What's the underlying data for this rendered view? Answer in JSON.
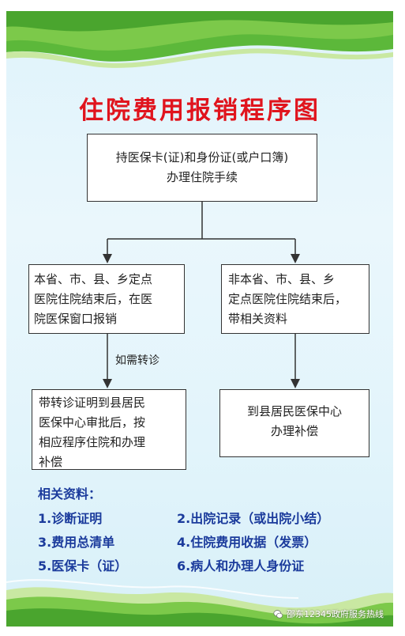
{
  "title": "住院费用报销程序图",
  "flow": {
    "start": "持医保卡(证)和身份证(或户口簿)\n办理住院手续",
    "local": "本省、市、县、乡定点\n医院住院结束后，在医\n院医保窗口报销",
    "nonlocal": "非本省、市、县、乡\n定点医院住院结束后，\n带相关资料",
    "transfer_note": "如需转诊",
    "transfer": "带转诊证明到县居民\n医保中心审批后，按\n相应程序住院和办理\n补偿",
    "county": "到县居民医保中心\n办理补偿"
  },
  "materials": {
    "title": "相关资料：",
    "items": [
      "1.诊断证明",
      "2.出院记录（或出院小结）",
      "3.费用总清单",
      "4.住院费用收据（发票）",
      "5.医保卡（证）",
      "6.病人和办理人身份证"
    ]
  },
  "watermark": "邵东12345政府服务热线",
  "colors": {
    "title": "#e0141d",
    "materials_text": "#1b3b9c",
    "background": "#e2f4fb",
    "green": "#5cb83a"
  }
}
